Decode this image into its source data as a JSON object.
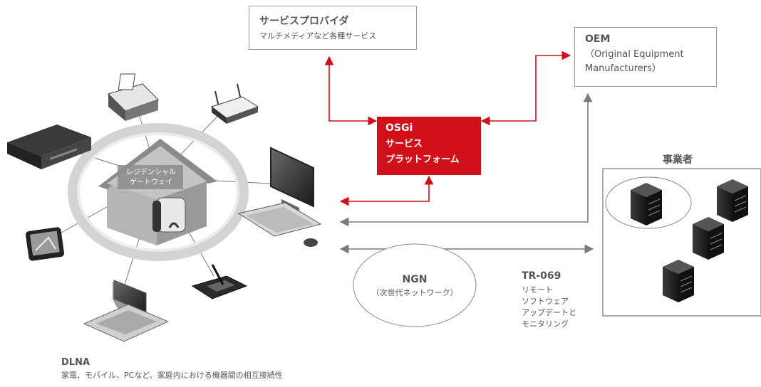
{
  "service_provider": {
    "title": "サービスプロバイダ",
    "subtitle": "マルチメディアなど各種サービス"
  },
  "oem": {
    "title": "OEM",
    "line1": "（Original Equipment",
    "line2": "Manufacturers）"
  },
  "osgi": {
    "line1": "OSGi",
    "line2": "サービス",
    "line3": "プラットフォーム"
  },
  "operator": {
    "title": "事業者"
  },
  "gateway": {
    "line1": "レジデンシャル",
    "line2": "ゲートウェイ"
  },
  "ngn": {
    "title": "NGN",
    "subtitle": "（次世代ネットワーク）"
  },
  "tr069": {
    "title": "TR-069",
    "lines": [
      "リモート",
      "ソフトウェア",
      "アップデートと",
      "モニタリング"
    ]
  },
  "dlna": {
    "title": "DLNA",
    "description": "家電、モバイル、PCなど、家庭内における機器間の相互接続性"
  },
  "colors": {
    "accent_red": "#d0101a",
    "line_gray": "#7a7a7a",
    "text_dark": "#444444"
  }
}
